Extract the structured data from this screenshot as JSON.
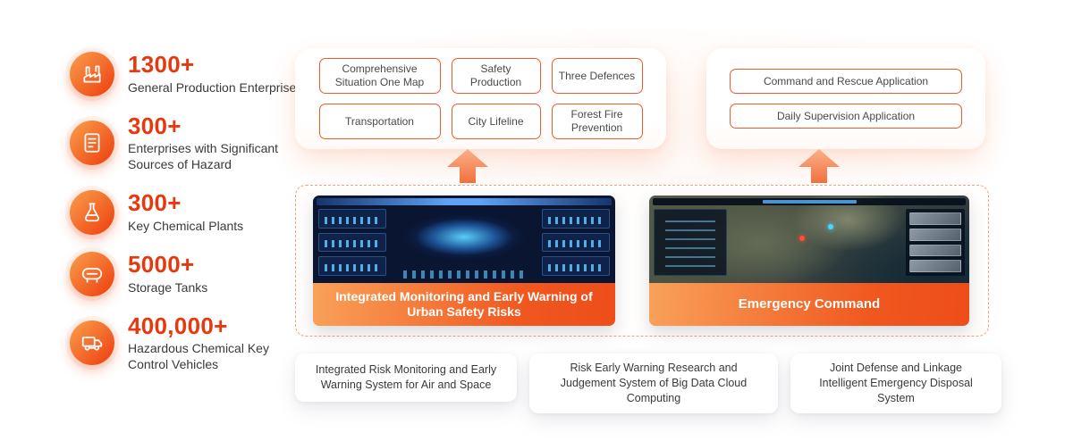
{
  "stats": [
    {
      "icon": "factory-icon",
      "value": "1300+",
      "label": "General Production Enterprises"
    },
    {
      "icon": "hazard-document-icon",
      "value": "300+",
      "label": "Enterprises with Significant Sources of Hazard"
    },
    {
      "icon": "chemical-flask-icon",
      "value": "300+",
      "label": "Key Chemical Plants"
    },
    {
      "icon": "storage-tank-icon",
      "value": "5000+",
      "label": "Storage Tanks"
    },
    {
      "icon": "truck-icon",
      "value": "400,000+",
      "label": "Hazardous Chemical Key Control Vehicles"
    }
  ],
  "platform_tags": [
    "Comprehensive Situation One Map",
    "Safety Production",
    "Three Defences",
    "Transportation",
    "City Lifeline",
    "Forest Fire Prevention"
  ],
  "application_tags": [
    "Command and Rescue Application",
    "Daily Supervision Application"
  ],
  "panels": {
    "monitoring": {
      "caption": "Integrated Monitoring and Early Warning of Urban Safety Risks"
    },
    "command": {
      "caption": "Emergency Command"
    }
  },
  "bottom_systems": [
    "Integrated Risk Monitoring and Early Warning System for Air and Space",
    "Risk Early Warning Research and Judgement System of Big Data Cloud Computing",
    "Joint Defense and Linkage Intelligent Emergency Disposal System"
  ],
  "colors": {
    "accent": "#e8380d",
    "pill_border": "#ef5a28",
    "caption_gradient_start": "#f9a159",
    "caption_gradient_end": "#ee4d1a"
  }
}
